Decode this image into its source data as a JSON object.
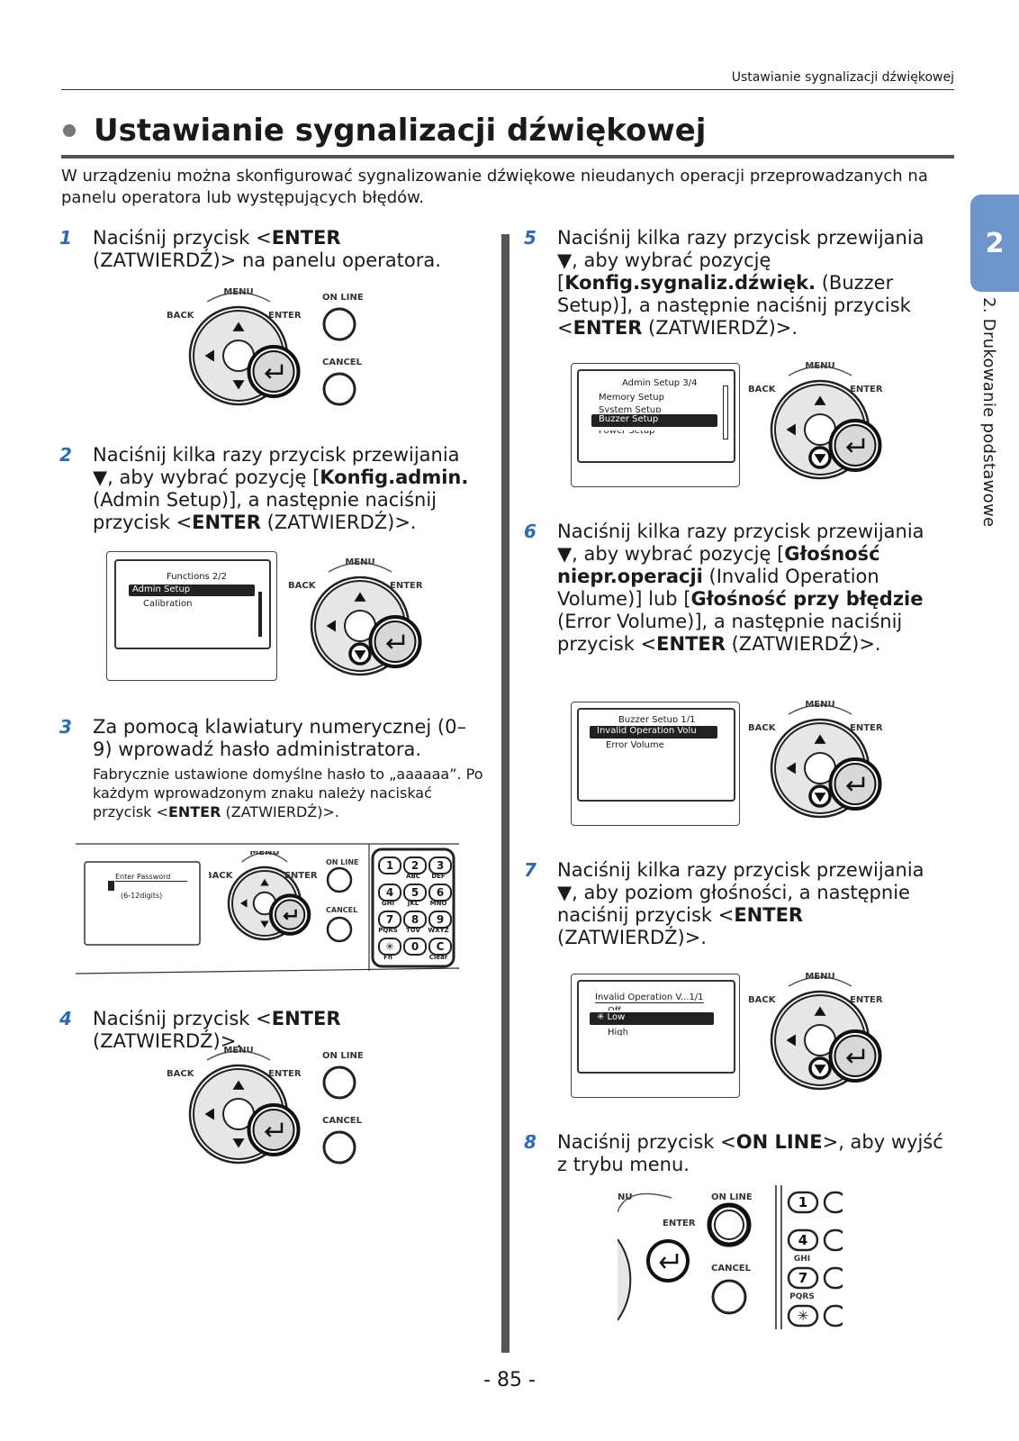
{
  "header": {
    "running_title": "Ustawianie sygnalizacji dźwiękowej"
  },
  "title": "Ustawianie sygnalizacji dźwiękowej",
  "intro": "W urządzeniu można skonfigurować sygnalizowanie dźwiękowe nieudanych operacji przeprowadzanych na panelu operatora lub występujących błędów.",
  "chapter_tab": "2",
  "chapter_label": "2. Drukowanie podstawowe",
  "panel_labels": {
    "menu": "Menu",
    "back": "Back",
    "enter": "Enter",
    "online": "On Line",
    "cancel": "Cancel",
    "fn": "Fn",
    "clear": "Clear"
  },
  "keypad": {
    "keys": [
      "1",
      "2",
      "3",
      "4",
      "5",
      "6",
      "7",
      "8",
      "9",
      "✳",
      "0",
      "C"
    ],
    "sublabels": [
      "",
      "ABC",
      "DEF",
      "GHI",
      "JKL",
      "MNO",
      "PQRS",
      "TUV",
      "WXYZ",
      "Fn",
      "",
      "Clear"
    ]
  },
  "steps": [
    {
      "num": "1",
      "pre": "Naciśnij przycisk <",
      "bold": "ENTER",
      "post": " (ZATWIERDŹ)> na panelu operatora."
    },
    {
      "num": "2",
      "pre": "Naciśnij kilka razy przycisk przewijania ▼, aby wybrać pozycję [",
      "bold": "Konfig.admin.",
      "post": " (Admin Setup)], a następnie naciśnij przycisk <",
      "bold2": "ENTER",
      "post2": " (ZATWIERDŹ)>."
    },
    {
      "num": "3",
      "text": "Za pomocą klawiatury numerycznej (0–9) wprowadź hasło administratora.",
      "sub_pre": "Fabrycznie ustawione domyślne hasło to „aaaaaa”. Po każdym wprowadzonym znaku należy naciskać przycisk <",
      "sub_bold": "ENTER",
      "sub_post": " (ZATWIERDŹ)>."
    },
    {
      "num": "4",
      "pre": "Naciśnij przycisk <",
      "bold": "ENTER",
      "post": " (ZATWIERDŹ)>."
    },
    {
      "num": "5",
      "pre": "Naciśnij kilka razy przycisk przewijania ▼, aby wybrać pozycję [",
      "bold": "Konfig.sygnaliz.dźwięk.",
      "post": " (Buzzer Setup)], a następnie naciśnij przycisk <",
      "bold2": "ENTER",
      "post2": " (ZATWIERDŹ)>."
    },
    {
      "num": "6",
      "pre": "Naciśnij kilka razy przycisk przewijania ▼, aby wybrać pozycję [",
      "bold": "Głośność niepr.operacji",
      "post": " (Invalid Operation Volume)] lub [",
      "bold2": "Głośność przy błędzie",
      "post2": " (Error Volume)], a następnie naciśnij przycisk <",
      "bold3": "ENTER",
      "post3": " (ZATWIERDŹ)>."
    },
    {
      "num": "7",
      "pre": "Naciśnij kilka razy przycisk przewijania ▼, aby poziom głośności, a następnie naciśnij przycisk <",
      "bold": "ENTER",
      "post": " (ZATWIERDŹ)>."
    },
    {
      "num": "8",
      "pre": "Naciśnij przycisk <",
      "bold": "ON LINE",
      "post": ">, aby wyjść z trybu menu."
    }
  ],
  "lcd": {
    "s2": {
      "title": "Functions      2/2",
      "selected": "Admin Setup",
      "items": [
        "Calibration"
      ]
    },
    "s3": {
      "title": "Enter Password",
      "hint": "(6-12digits)"
    },
    "s5": {
      "title": "Admin Setup   3/4",
      "items": [
        "Memory Setup",
        "System Setup"
      ],
      "selected": "Buzzer Setup",
      "after": "Power Setup"
    },
    "s6": {
      "title": "Buzzer Setup     1/1",
      "selected": "Invalid Operation Volu",
      "items": [
        "Error Volume"
      ]
    },
    "s7": {
      "title": "Invalid Operation V...1/1",
      "items_before": [
        "Off"
      ],
      "selected": "✳ Low",
      "items_after": [
        "High"
      ]
    }
  },
  "page_number": "- 85 -"
}
